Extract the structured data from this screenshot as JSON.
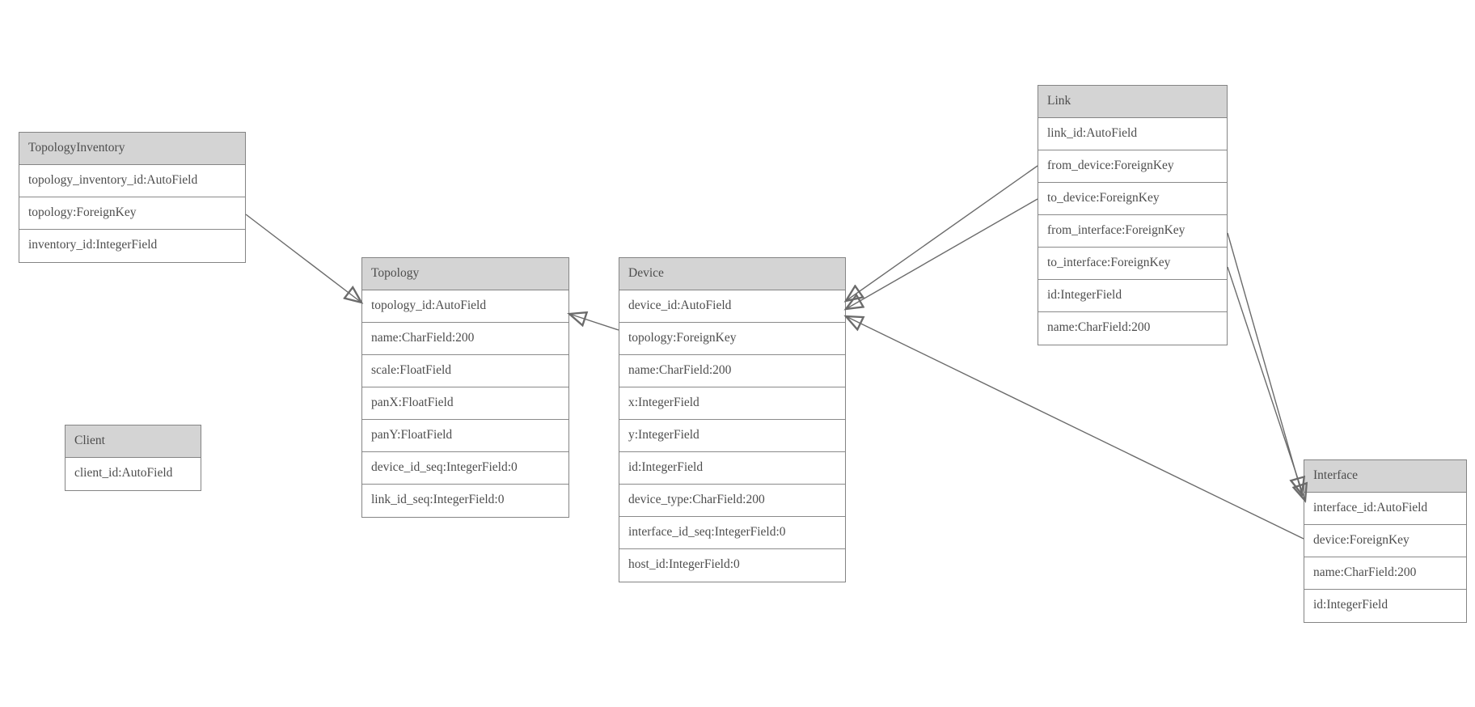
{
  "diagram": {
    "type": "database-model-diagram",
    "colors": {
      "background": "#ffffff",
      "header_fill": "#d4d4d4",
      "border": "#848484",
      "text": "#4d4d4d",
      "edge_line": "#6b6b6b",
      "arrowhead": "#6b6b6b"
    },
    "entities": [
      {
        "id": "topology_inventory",
        "title": "TopologyInventory",
        "fields": [
          "topology_inventory_id:AutoField",
          "topology:ForeignKey",
          "inventory_id:IntegerField"
        ]
      },
      {
        "id": "topology",
        "title": "Topology",
        "fields": [
          "topology_id:AutoField",
          "name:CharField:200",
          "scale:FloatField",
          "panX:FloatField",
          "panY:FloatField",
          "device_id_seq:IntegerField:0",
          "link_id_seq:IntegerField:0"
        ]
      },
      {
        "id": "client",
        "title": "Client",
        "fields": [
          "client_id:AutoField"
        ]
      },
      {
        "id": "device",
        "title": "Device",
        "fields": [
          "device_id:AutoField",
          "topology:ForeignKey",
          "name:CharField:200",
          "x:IntegerField",
          "y:IntegerField",
          "id:IntegerField",
          "device_type:CharField:200",
          "interface_id_seq:IntegerField:0",
          "host_id:IntegerField:0"
        ]
      },
      {
        "id": "link",
        "title": "Link",
        "fields": [
          "link_id:AutoField",
          "from_device:ForeignKey",
          "to_device:ForeignKey",
          "from_interface:ForeignKey",
          "to_interface:ForeignKey",
          "id:IntegerField",
          "name:CharField:200"
        ]
      },
      {
        "id": "interface",
        "title": "Interface",
        "fields": [
          "interface_id:AutoField",
          "device:ForeignKey",
          "name:CharField:200",
          "id:IntegerField"
        ]
      }
    ],
    "relationships": [
      {
        "from": "TopologyInventory.topology",
        "to": "Topology",
        "kind": "ForeignKey"
      },
      {
        "from": "Device.topology",
        "to": "Topology",
        "kind": "ForeignKey"
      },
      {
        "from": "Link.from_device",
        "to": "Device",
        "kind": "ForeignKey"
      },
      {
        "from": "Link.to_device",
        "to": "Device",
        "kind": "ForeignKey"
      },
      {
        "from": "Link.from_interface",
        "to": "Interface",
        "kind": "ForeignKey"
      },
      {
        "from": "Link.to_interface",
        "to": "Interface",
        "kind": "ForeignKey"
      },
      {
        "from": "Interface.device",
        "to": "Device",
        "kind": "ForeignKey"
      }
    ]
  }
}
